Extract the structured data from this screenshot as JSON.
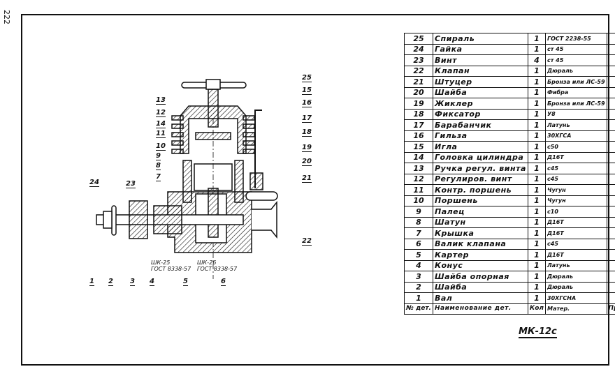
{
  "page_number": "222",
  "drawing_code": "МК-12с",
  "standards": [
    {
      "line1": "ШК-25",
      "line2": "ГОСТ 8338-57"
    },
    {
      "line1": "ШК-26",
      "line2": "ГОСТ 8338-57"
    }
  ],
  "callouts_left": [
    "13",
    "12",
    "14",
    "11",
    "10",
    "9",
    "8",
    "7",
    "23",
    "24"
  ],
  "callouts_right": [
    "25",
    "15",
    "16",
    "17",
    "18",
    "19",
    "20",
    "21",
    "22"
  ],
  "callouts_bottom": [
    "1",
    "2",
    "3",
    "4",
    "5",
    "6"
  ],
  "table": {
    "headers": {
      "num": "№ дет.",
      "name": "Наименование дет.",
      "qty": "Кол",
      "material": "Матер.",
      "note": "Примеч"
    },
    "rows": [
      {
        "num": "25",
        "name": "Спираль",
        "qty": "1",
        "material": "ГОСТ 2238-55"
      },
      {
        "num": "24",
        "name": "Гайка",
        "qty": "1",
        "material": "ст 45"
      },
      {
        "num": "23",
        "name": "Винт",
        "qty": "4",
        "material": "ст 45"
      },
      {
        "num": "22",
        "name": "Клапан",
        "qty": "1",
        "material": "Дюраль"
      },
      {
        "num": "21",
        "name": "Штуцер",
        "qty": "1",
        "material": "Бронза или ЛС-59"
      },
      {
        "num": "20",
        "name": "Шайба",
        "qty": "1",
        "material": "Фибра"
      },
      {
        "num": "19",
        "name": "Жиклер",
        "qty": "1",
        "material": "Бронза или ЛС-59"
      },
      {
        "num": "18",
        "name": "Фиксатор",
        "qty": "1",
        "material": "У8"
      },
      {
        "num": "17",
        "name": "Барабанчик",
        "qty": "1",
        "material": "Латунь"
      },
      {
        "num": "16",
        "name": "Гильза",
        "qty": "1",
        "material": "30ХГСА"
      },
      {
        "num": "15",
        "name": "Игла",
        "qty": "1",
        "material": "с50"
      },
      {
        "num": "14",
        "name": "Головка цилиндра",
        "qty": "1",
        "material": "Д16Т"
      },
      {
        "num": "13",
        "name": "Ручка регул. винта",
        "qty": "1",
        "material": "с45"
      },
      {
        "num": "12",
        "name": "Регулиров. винт",
        "qty": "1",
        "material": "с45"
      },
      {
        "num": "11",
        "name": "Контр. поршень",
        "qty": "1",
        "material": "Чугун"
      },
      {
        "num": "10",
        "name": "Поршень",
        "qty": "1",
        "material": "Чугун"
      },
      {
        "num": "9",
        "name": "Палец",
        "qty": "1",
        "material": "с10"
      },
      {
        "num": "8",
        "name": "Шатун",
        "qty": "1",
        "material": "Д16Т"
      },
      {
        "num": "7",
        "name": "Крышка",
        "qty": "1",
        "material": "Д16Т"
      },
      {
        "num": "6",
        "name": "Валик клапана",
        "qty": "1",
        "material": "с45"
      },
      {
        "num": "5",
        "name": "Картер",
        "qty": "1",
        "material": "Д16Т"
      },
      {
        "num": "4",
        "name": "Конус",
        "qty": "1",
        "material": "Латунь"
      },
      {
        "num": "3",
        "name": "Шайба опорная",
        "qty": "1",
        "material": "Дюраль"
      },
      {
        "num": "2",
        "name": "Шайба",
        "qty": "1",
        "material": "Дюраль"
      },
      {
        "num": "1",
        "name": "Вал",
        "qty": "1",
        "material": "30ХГСНА"
      }
    ]
  }
}
